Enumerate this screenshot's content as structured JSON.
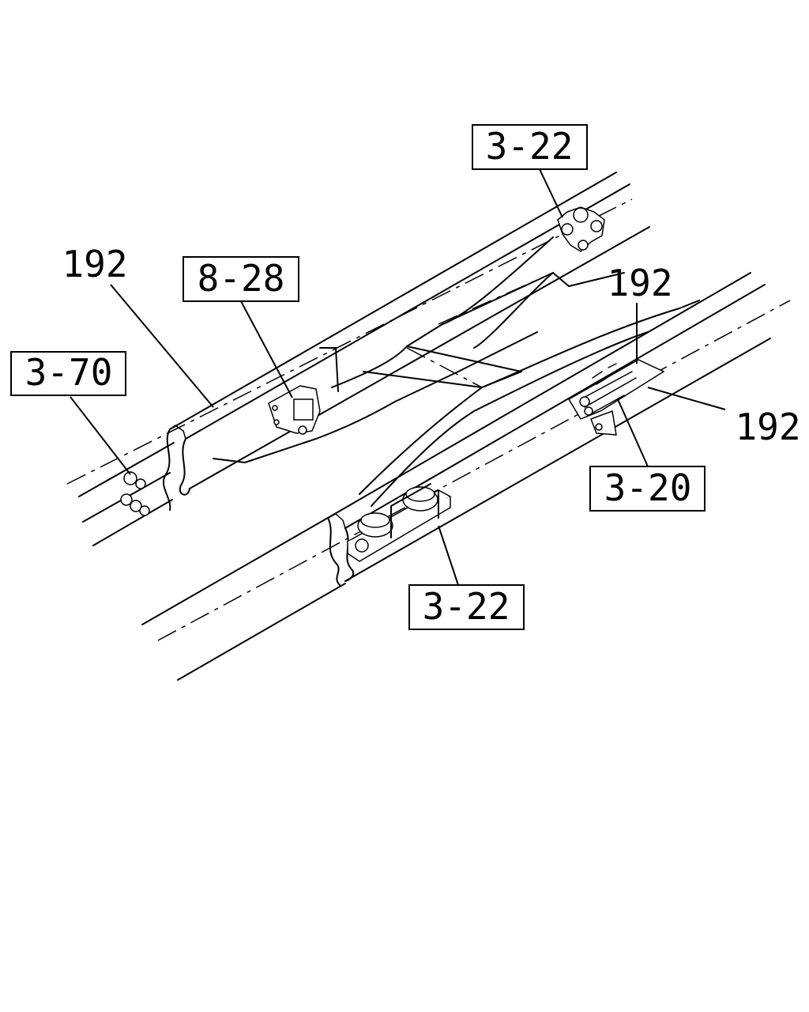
{
  "callouts": {
    "ref_3_22_top": "3-22",
    "ref_8_28": "8-28",
    "ref_3_70": "3-70",
    "ref_3_20": "3-20",
    "ref_3_22_bottom": "3-22",
    "part_192_left": "192",
    "part_192_right_top": "192",
    "part_192_right": "192"
  }
}
